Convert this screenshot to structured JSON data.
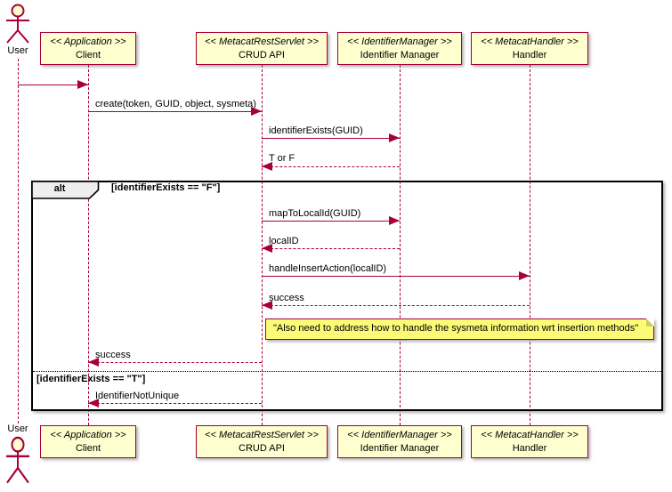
{
  "diagram_type": "uml-sequence",
  "actor": {
    "label": "User"
  },
  "participants": [
    {
      "stereotype": "<< Application >>",
      "name": "Client"
    },
    {
      "stereotype": "<< MetacatRestServlet >>",
      "name": "CRUD API"
    },
    {
      "stereotype": "<< IdentifierManager >>",
      "name": "Identifier Manager"
    },
    {
      "stereotype": "<< MetacatHandler >>",
      "name": "Handler"
    }
  ],
  "messages": [
    {
      "from": "User",
      "to": "Client",
      "type": "sync",
      "label": ""
    },
    {
      "from": "Client",
      "to": "CRUD API",
      "type": "sync",
      "label": "create(token, GUID, object, sysmeta)"
    },
    {
      "from": "CRUD API",
      "to": "Identifier Manager",
      "type": "sync",
      "label": "identifierExists(GUID)"
    },
    {
      "from": "Identifier Manager",
      "to": "CRUD API",
      "type": "return",
      "label": "T or F"
    },
    {
      "from": "CRUD API",
      "to": "Identifier Manager",
      "type": "sync",
      "label": "mapToLocalId(GUID)"
    },
    {
      "from": "Identifier Manager",
      "to": "CRUD API",
      "type": "return",
      "label": "localID"
    },
    {
      "from": "CRUD API",
      "to": "Handler",
      "type": "sync",
      "label": "handleInsertAction(localID)"
    },
    {
      "from": "Handler",
      "to": "CRUD API",
      "type": "return",
      "label": "success"
    },
    {
      "from": "CRUD API",
      "to": "Client",
      "type": "return",
      "label": "success"
    },
    {
      "from": "CRUD API",
      "to": "Client",
      "type": "return",
      "label": "IdentifierNotUnique"
    }
  ],
  "fragment": {
    "operator": "alt",
    "sections": [
      {
        "guard": "[identifierExists == \"F\"]"
      },
      {
        "guard": "[identifierExists == \"T\"]"
      }
    ]
  },
  "note": {
    "text": "\"Also need to address how to handle the sysmeta information wrt insertion methods\""
  },
  "colors": {
    "participant_fill": "#FEFECE",
    "participant_border": "#A80036",
    "lifeline": "#A80036",
    "arrow": "#A80036",
    "note_fill": "#FBFB77",
    "note_border": "#A80036",
    "frame_border": "#000000",
    "fragment_label_fill": "#EEEEEE",
    "background": "#FFFFFF"
  }
}
